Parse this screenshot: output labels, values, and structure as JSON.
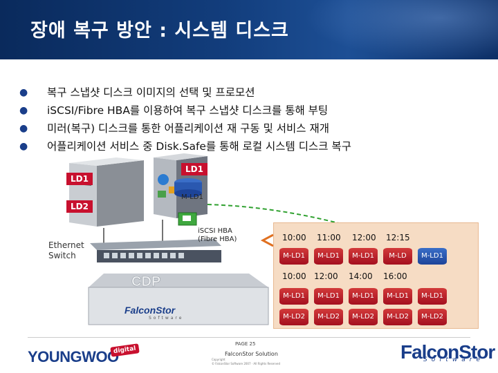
{
  "title": "장애 복구 방안 : 시스템 디스크",
  "bullets": [
    "복구 스냅샷 디스크 이미지의 선택 및 프로모션",
    "iSCSI/Fibre HBA를 이용하여 복구 스냅샷 디스크를 통해 부팅",
    "미러(복구) 디스크를 통한 어플리케이션 재 구동 및 서비스 재개",
    "어플리케이션 서비스 중 Disk.Safe를 통해 로컬 시스템 디스크 복구"
  ],
  "diagram": {
    "ld1_left": "LD1",
    "ld2": "LD2",
    "ld1_right": "LD1",
    "mld1": "M-LD1",
    "ethernet": [
      "Ethernet",
      "Switch"
    ],
    "hba": [
      "iSCSI HBA",
      "(Fibre HBA)"
    ],
    "top_times": [
      "10:00",
      "11:00",
      "12:00",
      "12:15"
    ],
    "top_disks": [
      "M-LD1",
      "M-LD1",
      "M-LD1",
      "M-LD",
      "M-LD1"
    ],
    "bottom_times": [
      "10:00",
      "12:00",
      "14:00",
      "16:00"
    ],
    "row_ld1": [
      "M-LD1",
      "M-LD1",
      "M-LD1",
      "M-LD1",
      "M-LD1"
    ],
    "row_ld2": [
      "M-LD2",
      "M-LD2",
      "M-LD2",
      "M-LD2",
      "M-LD2"
    ],
    "cdp_label": "CDP",
    "cdp_brand": "FalconStor",
    "cdp_sub": "Software"
  },
  "footer": {
    "page": "PAGE 25",
    "solution": "FalconStor Solution",
    "copyright": [
      "Copyright",
      "© FalconStor Software 2007 · All Rights Reserved"
    ],
    "logo_left": "YOUNGWOO",
    "logo_left_badge": "digital",
    "logo_right": "FalconStor",
    "logo_right_sub": "Software"
  },
  "colors": {
    "header": "#123d7c",
    "accent_red": "#c8102e",
    "panel": "#f6dcc4",
    "brand_blue": "#1a3e8a"
  }
}
